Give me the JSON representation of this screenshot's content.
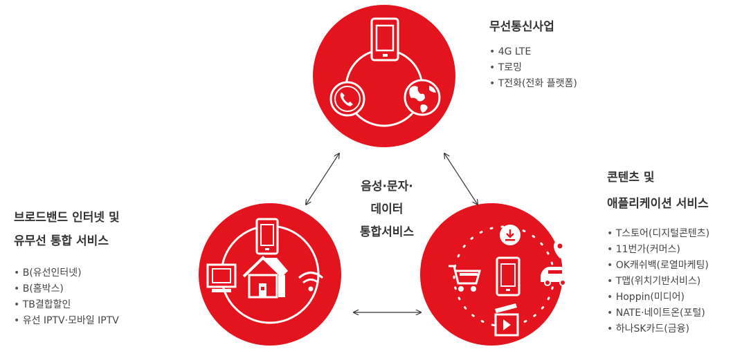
{
  "center_label": [
    "음성·문자·",
    "데이터",
    "통합서비스"
  ],
  "wireless": {
    "title": "무선통신사업",
    "items": [
      "4G LTE",
      "T로밍",
      "T전화(전화 플랫폼)"
    ],
    "icons": [
      "smartphone-icon",
      "phone-call-icon",
      "globe-icon"
    ]
  },
  "broadband": {
    "title": [
      "브로드밴드 인터넷 및",
      "유무선 통합 서비스"
    ],
    "items": [
      "B(유선인터넷)",
      "B(홈박스)",
      "TB결합할인",
      "유선 IPTV·모바일 IPTV"
    ],
    "icons": [
      "smartphone-icon",
      "tv-icon",
      "house-icon",
      "wifi-icon"
    ]
  },
  "contents": {
    "title": [
      "콘텐츠 및",
      "애플리케이션 서비스"
    ],
    "items": [
      "T스토어(디지털콘텐츠)",
      "11번가(커머스)",
      "OK캐쉬백(로열마케팅)",
      "T맵(위치기반서비스)",
      "Hoppin(미디어)",
      "NATE·네이트온(포털)",
      "하나SK카드(금융)"
    ],
    "icons": [
      "download-icon",
      "shopping-cart-icon",
      "smartphone-icon",
      "car-location-icon",
      "video-clapper-icon"
    ]
  },
  "colors": {
    "accent": "#e4141e",
    "text": "#333333"
  }
}
